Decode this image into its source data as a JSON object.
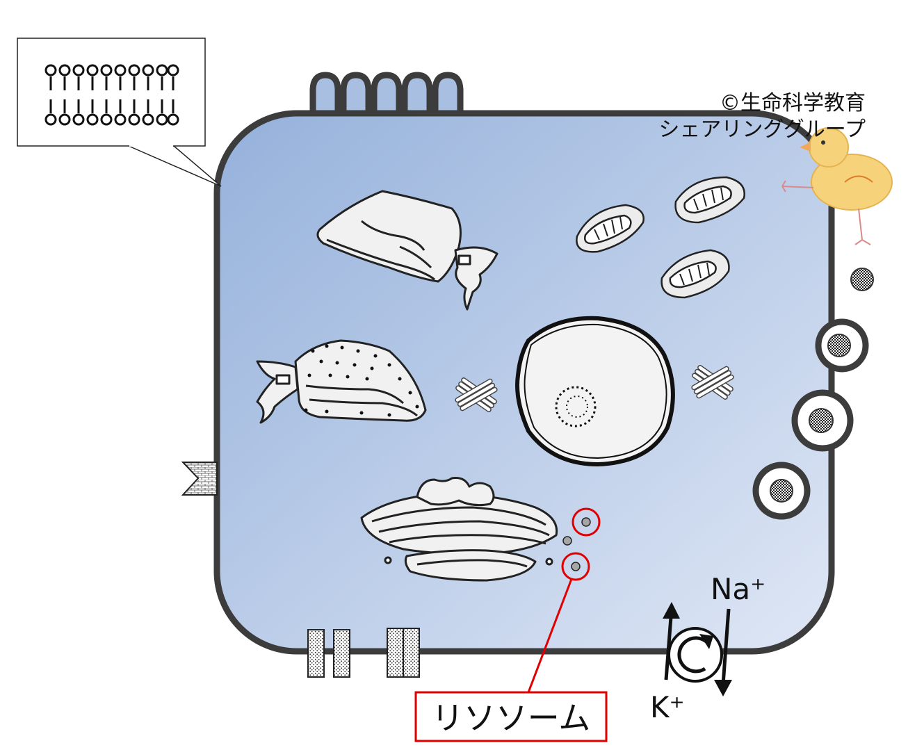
{
  "credit": {
    "line1": "©生命科学教育",
    "line2": "シェアリンググループ"
  },
  "labels": {
    "highlighted": "リソソーム",
    "sodium": "Na⁺",
    "potassium": "K⁺"
  },
  "colors": {
    "cell_membrane": "#3c3c3c",
    "cytoplasm_top": "#98b3dc",
    "cytoplasm_bottom": "#dbe4f4",
    "highlight": "#e00000",
    "organelle_fill": "#f1f1f1"
  },
  "icons": {
    "mascot": "chick-icon",
    "bilayer": "phospholipid-bilayer-icon",
    "pump": "rotating-pump-icon"
  }
}
